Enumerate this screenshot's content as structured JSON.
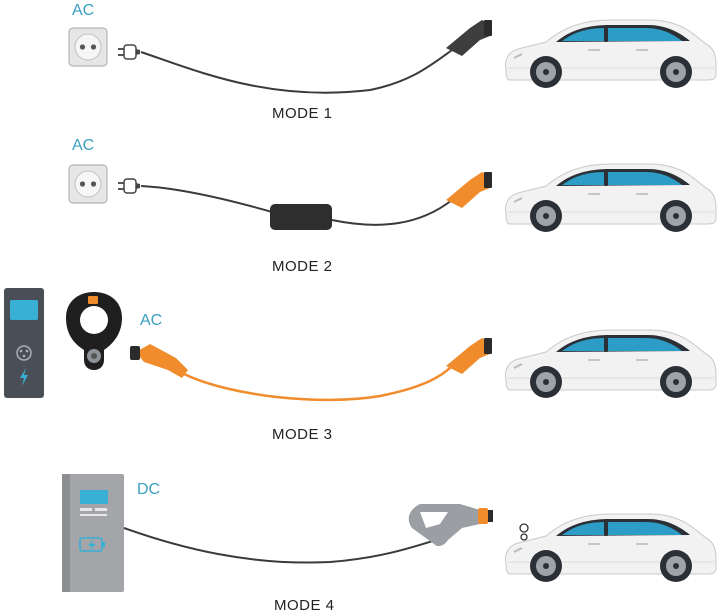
{
  "colors": {
    "accent": "#3a9fc0",
    "cable_orange": "#f08c2c",
    "cable_dark": "#3a3a3a",
    "car_body": "#f2f2f2",
    "car_glass": "#2d9cc7",
    "station_dark": "#4a4f57",
    "station_grey": "#a3a5a8"
  },
  "rows": [
    {
      "current": "AC",
      "mode": "MODE 1"
    },
    {
      "current": "AC",
      "mode": "MODE 2"
    },
    {
      "current": "AC",
      "mode": "MODE 3"
    },
    {
      "current": "DC",
      "mode": "MODE 4"
    }
  ],
  "icons": {
    "socket": "wall-socket-icon",
    "plug": "plug-icon",
    "control_box": "in-cable-control-box-icon",
    "wallbox": "wallbox-charger-icon",
    "type2_socket": "type2-socket-icon",
    "dc_station": "dc-fast-charger-icon",
    "car": "electric-car-icon"
  }
}
